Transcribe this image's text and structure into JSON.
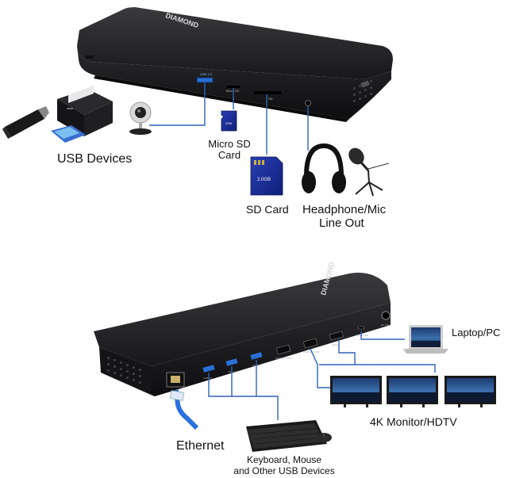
{
  "dock_top": {
    "brand": "DIAMOND",
    "port_labels": {
      "usb": "USB 3.0",
      "micro_sd": "Micro SD",
      "sd": "SD"
    },
    "card_labels": {
      "micro_sd": "2GB",
      "sd": "2.0GB"
    }
  },
  "dock_bottom": {
    "brand": "DIAMOND",
    "port_labels": {
      "usb1": "USB 3.0",
      "usb2": "USB 3.0",
      "usb3": "USB 3.0",
      "dp1": "DISPLAY PORT",
      "dp2": "DISPLAY PORT",
      "hdmi": "HDMI",
      "usbc": "COMPUTER",
      "dc": "DC 20V"
    }
  },
  "labels": {
    "usb_devices": "USB Devices",
    "micro_sd_line1": "Micro SD",
    "micro_sd_line2": "Card",
    "sd_card": "SD Card",
    "headphone_line1": "Headphone/Mic",
    "headphone_line2": "Line Out",
    "laptop": "Laptop/PC",
    "monitor": "4K Monitor/HDTV",
    "ethernet": "Ethernet",
    "keyboard_line1": "Keyboard, Mouse",
    "keyboard_line2": "and Other USB Devices"
  },
  "colors": {
    "connector_line": "#2f63b8",
    "dock_body": "#1c1c1e",
    "port_blue": "#2a6fd6",
    "ethernet_cable": "#2c6fe0"
  }
}
